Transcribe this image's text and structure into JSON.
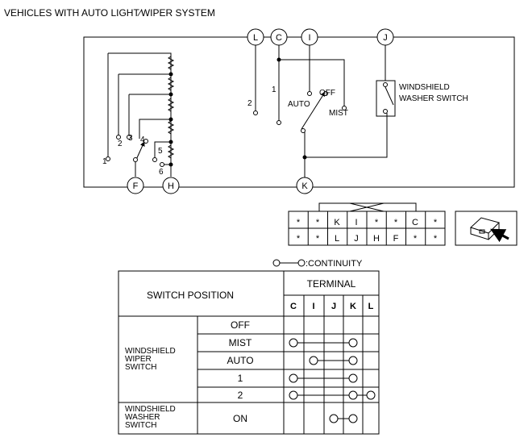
{
  "header": {
    "title": "VEHICLES WITH AUTO LIGHT∕WIPER SYSTEM"
  },
  "circuit": {
    "terminals": {
      "L": "L",
      "C": "C",
      "I": "I",
      "J": "J",
      "F": "F",
      "H": "H",
      "K": "K"
    },
    "labels": {
      "num_1a": "1",
      "num_2a": "2",
      "num_3": "3",
      "num_4": "4",
      "num_5": "5",
      "num_6": "6",
      "num_2b": "2",
      "num_1b": "1",
      "auto": "AUTO",
      "off": "OFF",
      "mist": "MIST",
      "washer_line1": "WINDSHIELD",
      "washer_line2": "WASHER SWITCH"
    }
  },
  "connector": {
    "row1": [
      "*",
      "*",
      "K",
      "I",
      "*",
      "*",
      "C",
      "*"
    ],
    "row2": [
      "*",
      "*",
      "L",
      "J",
      "H",
      "F",
      "*",
      "*"
    ]
  },
  "legend": {
    "continuity": ":CONTINUITY"
  },
  "table": {
    "switch_position_header": "SWITCH POSITION",
    "terminal_header": "TERMINAL",
    "terminal_columns": [
      "C",
      "I",
      "J",
      "K",
      "L"
    ],
    "wiper_group": [
      "WINDSHIELD",
      "WIPER",
      "SWITCH"
    ],
    "washer_group": [
      "WINDSHIELD",
      "WASHER",
      "SWITCH"
    ],
    "rows": [
      {
        "position": "OFF",
        "connect": []
      },
      {
        "position": "MIST",
        "connect": [
          "C",
          "K"
        ]
      },
      {
        "position": "AUTO",
        "connect": [
          "I",
          "K"
        ]
      },
      {
        "position": "1",
        "connect": [
          "C",
          "K"
        ]
      },
      {
        "position": "2",
        "connect": [
          "C",
          "K",
          "L"
        ]
      },
      {
        "position": "ON",
        "connect": [
          "J",
          "K"
        ]
      }
    ]
  }
}
